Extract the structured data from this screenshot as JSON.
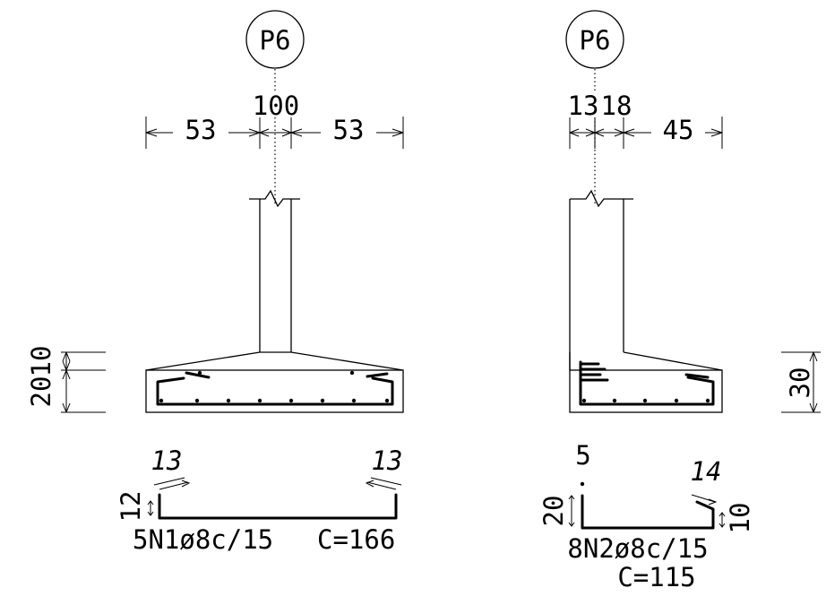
{
  "footing_left": {
    "column_tag": "P6",
    "dim_total": "100",
    "dim_left": "53",
    "dim_right": "53",
    "height_upper": "10",
    "height_lower": "20",
    "bar": {
      "hook_left": "13",
      "hook_right": "13",
      "leg_height": "12",
      "spec": "5N1ø8c/15",
      "length": "C=166"
    }
  },
  "footing_right": {
    "column_tag": "P6",
    "dim_a": "13",
    "dim_b": "18",
    "dim_right": "45",
    "height_total": "30",
    "bar": {
      "hook_top": "5",
      "hook_right": "14",
      "leg_left": "20",
      "leg_right": "10",
      "spec": "8N2ø8c/15",
      "length": "C=115"
    }
  },
  "colors": {
    "line": "#000000",
    "background": "#ffffff"
  }
}
